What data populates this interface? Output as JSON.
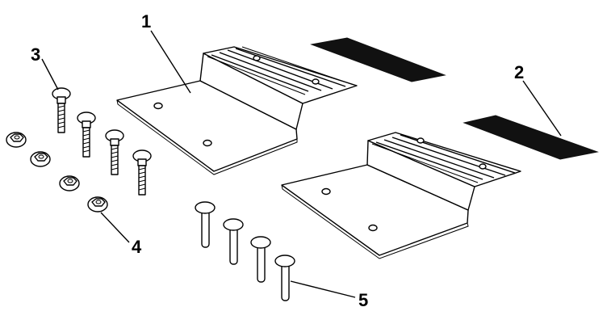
{
  "diagram": {
    "callouts": [
      {
        "id": "1",
        "label": "1",
        "part": "ramp"
      },
      {
        "id": "2",
        "label": "2",
        "part": "grip-tape-strip"
      },
      {
        "id": "3",
        "label": "3",
        "part": "carriage-bolt"
      },
      {
        "id": "4",
        "label": "4",
        "part": "flange-nut"
      },
      {
        "id": "5",
        "label": "5",
        "part": "pin"
      }
    ],
    "colors": {
      "line": "#000000",
      "tape": "#111111",
      "background": "#ffffff"
    }
  }
}
